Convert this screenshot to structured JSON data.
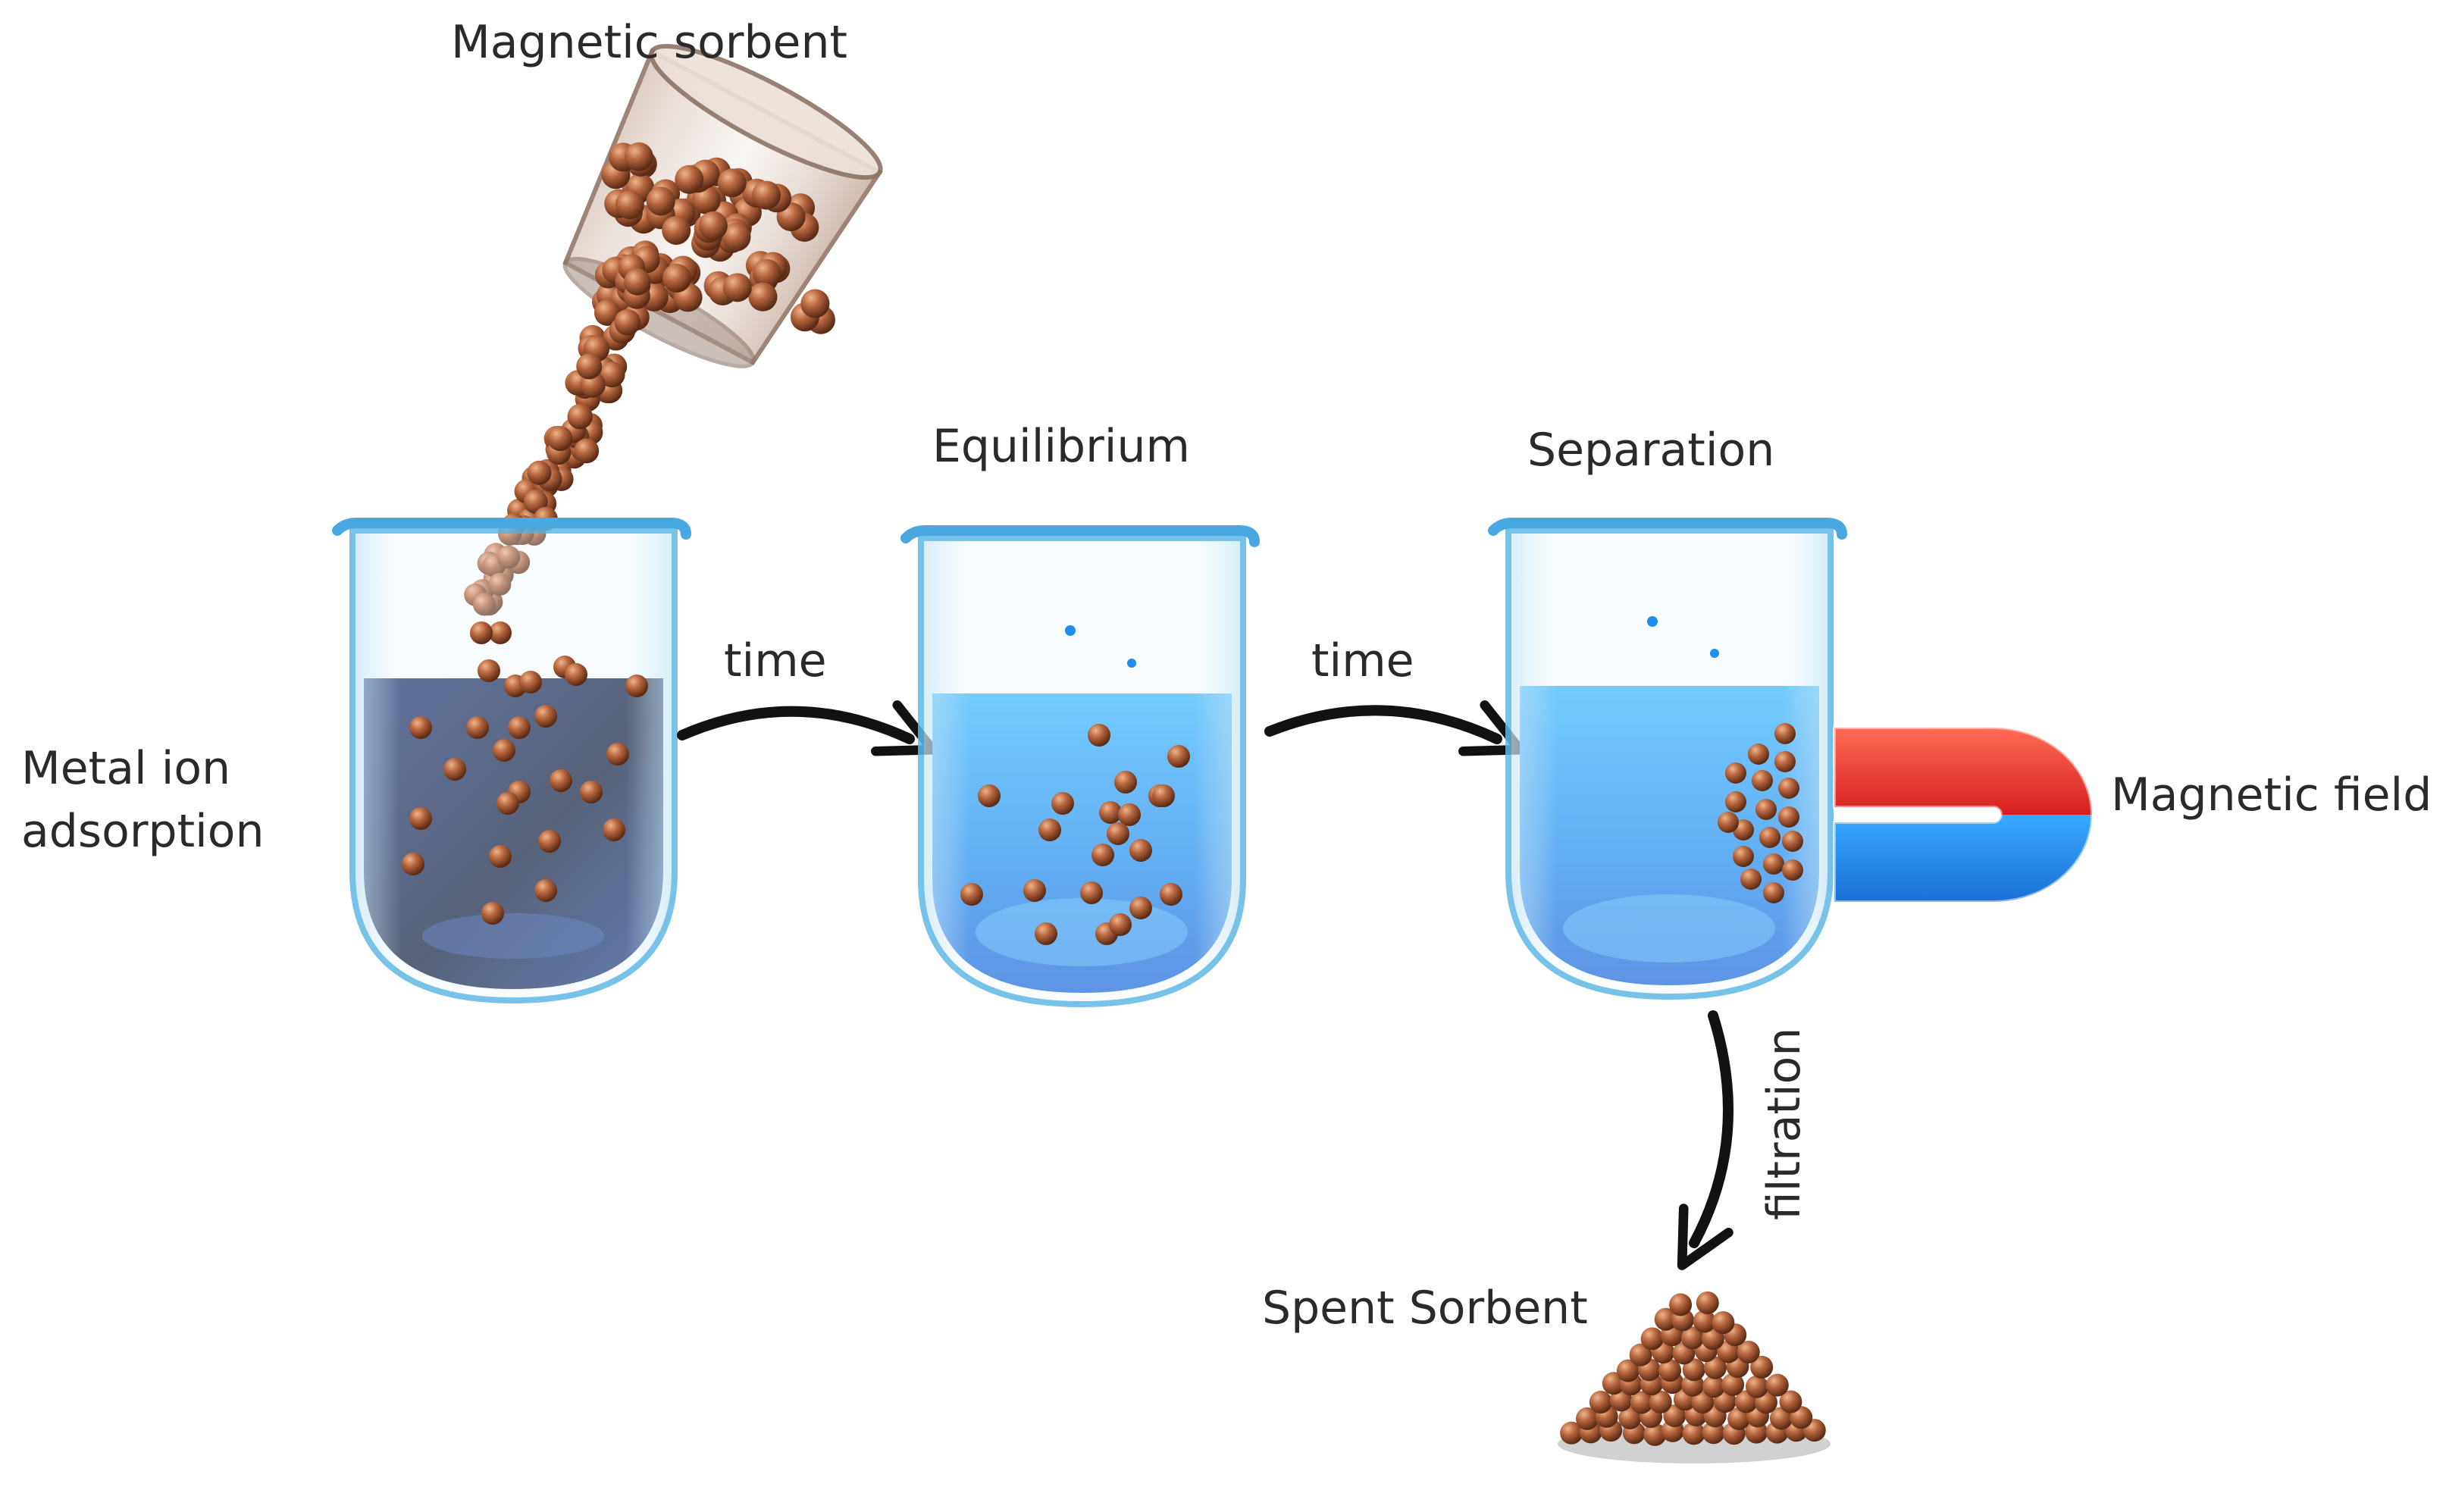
{
  "labels": {
    "magnetic_sorbent": "Magnetic sorbent",
    "metal_ion_line1": "Metal ion",
    "metal_ion_line2": "adsorption",
    "time_1": "time",
    "equilibrium": "Equilibrium",
    "time_2": "time",
    "separation": "Separation",
    "magnetic_field": "Magnetic field",
    "filtration": "filtration",
    "spent_sorbent": "Spent Sorbent"
  },
  "colors": {
    "sorbent_bead": "#b5653d",
    "dark_solution": "#0d1a45",
    "clear_solution": "#1e8ef0",
    "glass_rim": "#5fb8e6",
    "magnet_north": "#e8322c",
    "magnet_south": "#2a8fe0",
    "arrow": "#111111",
    "text": "#2a2a2a"
  },
  "icons": {
    "pouring_cup": "pouring-cup-icon",
    "beaker": "beaker-icon",
    "magnet": "horseshoe-magnet-icon",
    "arrow": "curved-arrow-icon",
    "pile": "sorbent-pile-icon"
  }
}
